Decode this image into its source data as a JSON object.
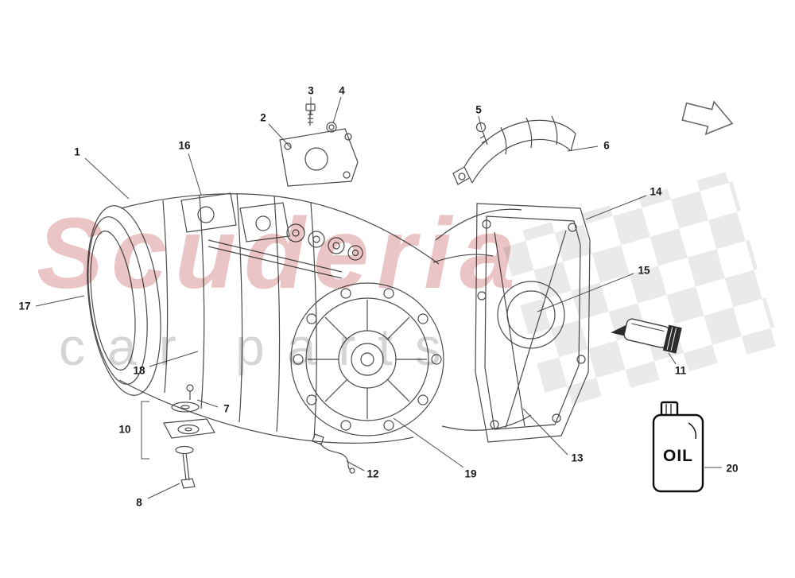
{
  "watermark": {
    "line1": "Scuderia",
    "line2": "car parts"
  },
  "oil": {
    "label": "OIL"
  },
  "icons": {
    "direction_arrow": "arrow-right-icon",
    "checker": "checkered-flag-pattern"
  },
  "callouts": {
    "n1": "1",
    "n2": "2",
    "n3": "3",
    "n4": "4",
    "n5": "5",
    "n6": "6",
    "n7": "7",
    "n8": "8",
    "n10": "10",
    "n11": "11",
    "n12": "12",
    "n13": "13",
    "n14": "14",
    "n15": "15",
    "n16": "16",
    "n17": "17",
    "n18": "18",
    "n19": "19",
    "n20": "20"
  }
}
